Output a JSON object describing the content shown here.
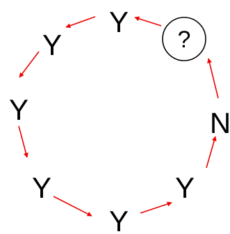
{
  "diagram": {
    "nodes": [
      {
        "id": "n-top",
        "label": "Y"
      },
      {
        "id": "n-upper-left",
        "label": "Y"
      },
      {
        "id": "n-left",
        "label": "Y"
      },
      {
        "id": "n-lower-left",
        "label": "Y"
      },
      {
        "id": "n-bottom",
        "label": "Y"
      },
      {
        "id": "n-lower-right",
        "label": "Y"
      },
      {
        "id": "n-right",
        "label": "N"
      },
      {
        "id": "n-question",
        "label": "?"
      }
    ],
    "edges": [
      {
        "from": "n-question",
        "to": "n-top"
      },
      {
        "from": "n-top",
        "to": "n-upper-left"
      },
      {
        "from": "n-upper-left",
        "to": "n-left"
      },
      {
        "from": "n-left",
        "to": "n-lower-left"
      },
      {
        "from": "n-lower-left",
        "to": "n-bottom"
      },
      {
        "from": "n-bottom",
        "to": "n-lower-right"
      },
      {
        "from": "n-lower-right",
        "to": "n-right"
      },
      {
        "from": "n-right",
        "to": "n-question"
      }
    ],
    "colors": {
      "arrow": "#ee0000",
      "text": "#000000",
      "circle_stroke": "#000000"
    }
  }
}
